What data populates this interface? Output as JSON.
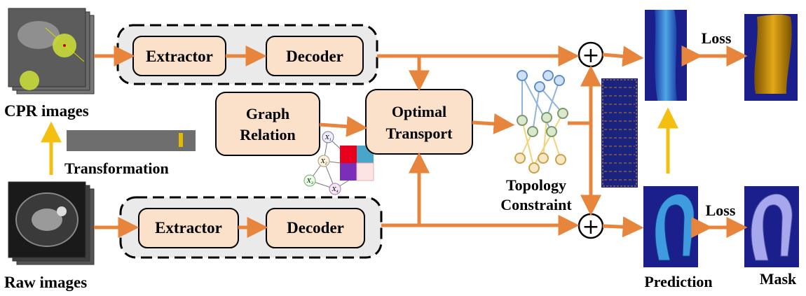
{
  "labels": {
    "cpr_images": "CPR images",
    "raw_images": "Raw images",
    "transformation": "Transformation",
    "extractor_top": "Extractor",
    "decoder_top": "Decoder",
    "extractor_bottom": "Extractor",
    "decoder_bottom": "Decoder",
    "graph_relation_line1": "Graph",
    "graph_relation_line2": "Relation",
    "optimal_transport_line1": "Optimal",
    "optimal_transport_line2": "Transport",
    "topology_line1": "Topology",
    "topology_line2": "Constraint",
    "loss_top": "Loss",
    "loss_bottom": "Loss",
    "prediction": "Prediction",
    "mask": "Mask",
    "node_x1": "X",
    "node_x2": "X",
    "node_x3": "X",
    "node_x4": "X",
    "sub_1": "1",
    "sub_2": "2",
    "sub_3": "3",
    "sub_4": "4",
    "plus_top": "+",
    "plus_bottom": "+"
  },
  "colors": {
    "arrow_orange": "#e8853d",
    "arrow_yellow": "#f3bf10",
    "box_fill": "#fbe1c9",
    "dashed_fill": "#eaeaea",
    "vessel_blue": "#3b8bd6",
    "vessel_bg": "#1a1f8c",
    "mask_gold": "#d69a10",
    "mask_purple": "#9a9ae8"
  }
}
